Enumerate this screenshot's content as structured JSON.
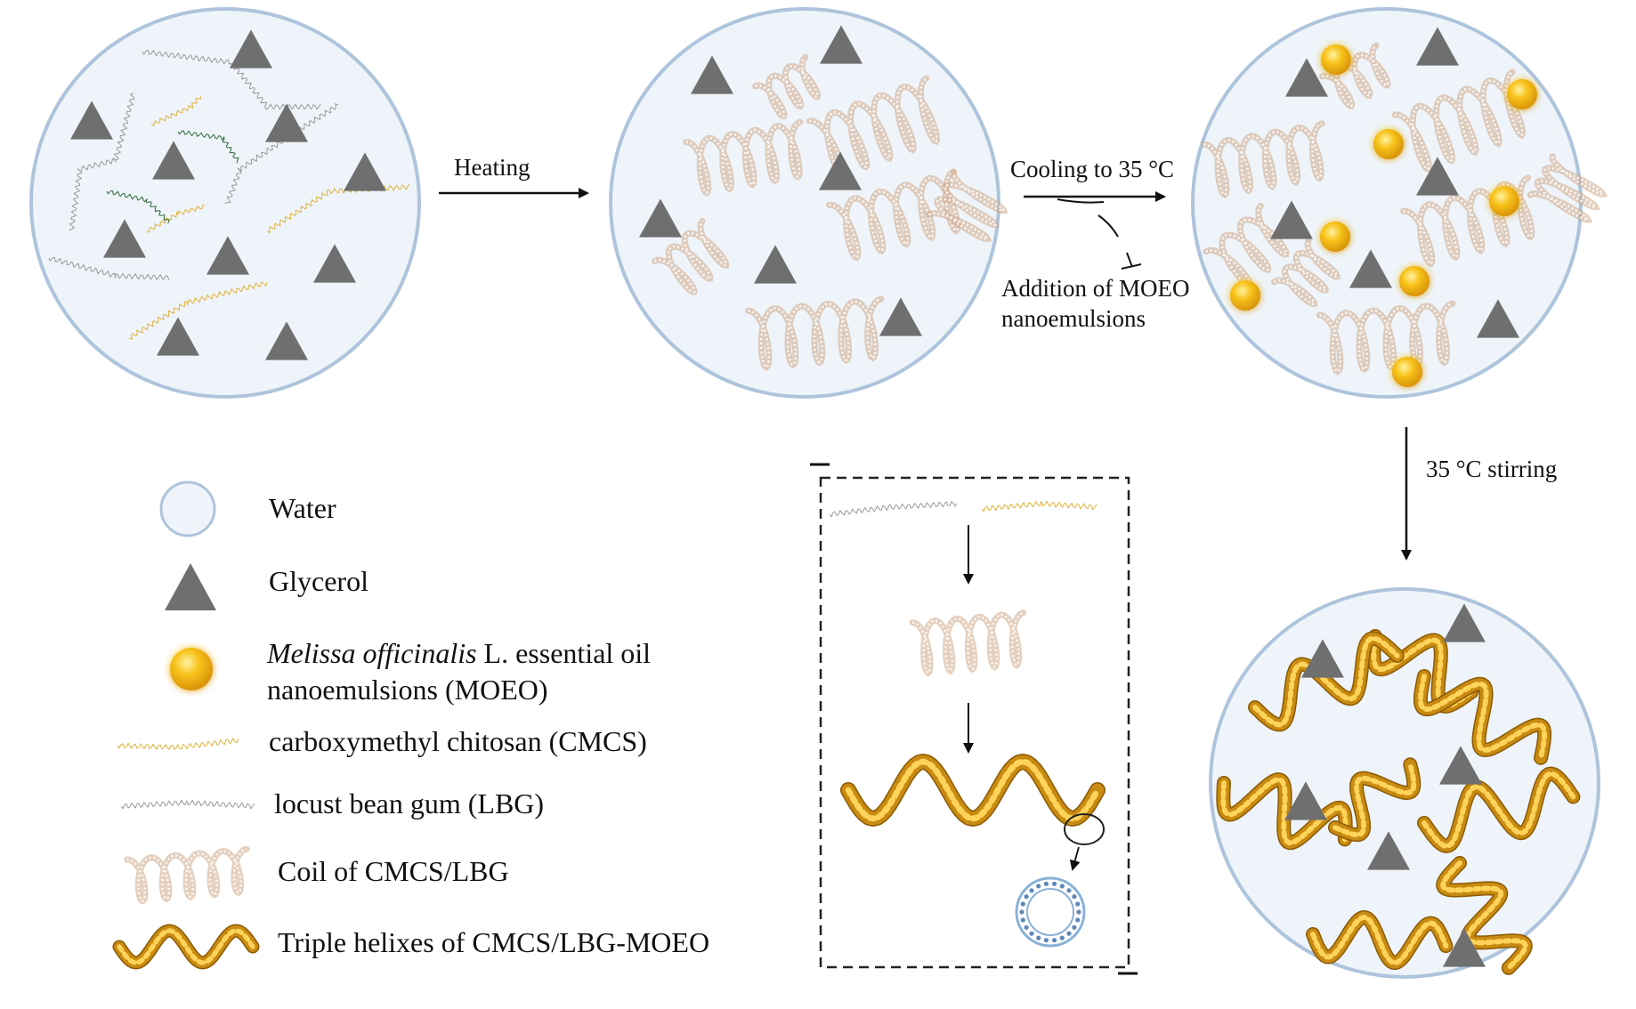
{
  "steps": {
    "heating": "Heating",
    "cooling": "Cooling to 35 °C",
    "addition_line1": "Addition of MOEO",
    "addition_line2": "nanoemulsions",
    "stirring": "35 °C  stirring"
  },
  "legend": {
    "water": "Water",
    "glycerol": "Glycerol",
    "moeo_italic": "Melissa officinalis",
    "moeo_rest": " L. essential oil",
    "moeo_line2": "nanoemulsions (MOEO)",
    "cmcs": "carboxymethyl chitosan (CMCS)",
    "lbg": "locust bean gum (LBG)",
    "coil": "Coil of CMCS/LBG",
    "helix": "Triple helixes of CMCS/LBG-MOEO"
  },
  "colors": {
    "water_fill": "#eef4fa",
    "water_stroke": "#aec4dc",
    "glycerol": "#6f6f6f",
    "cmcs": "#e0b23a",
    "lbg": "#9a9a9a",
    "coil": "#cfa98a",
    "helix": "#c88a10",
    "oil": "#f3b50a",
    "green_strand": "#2f6b3a"
  }
}
